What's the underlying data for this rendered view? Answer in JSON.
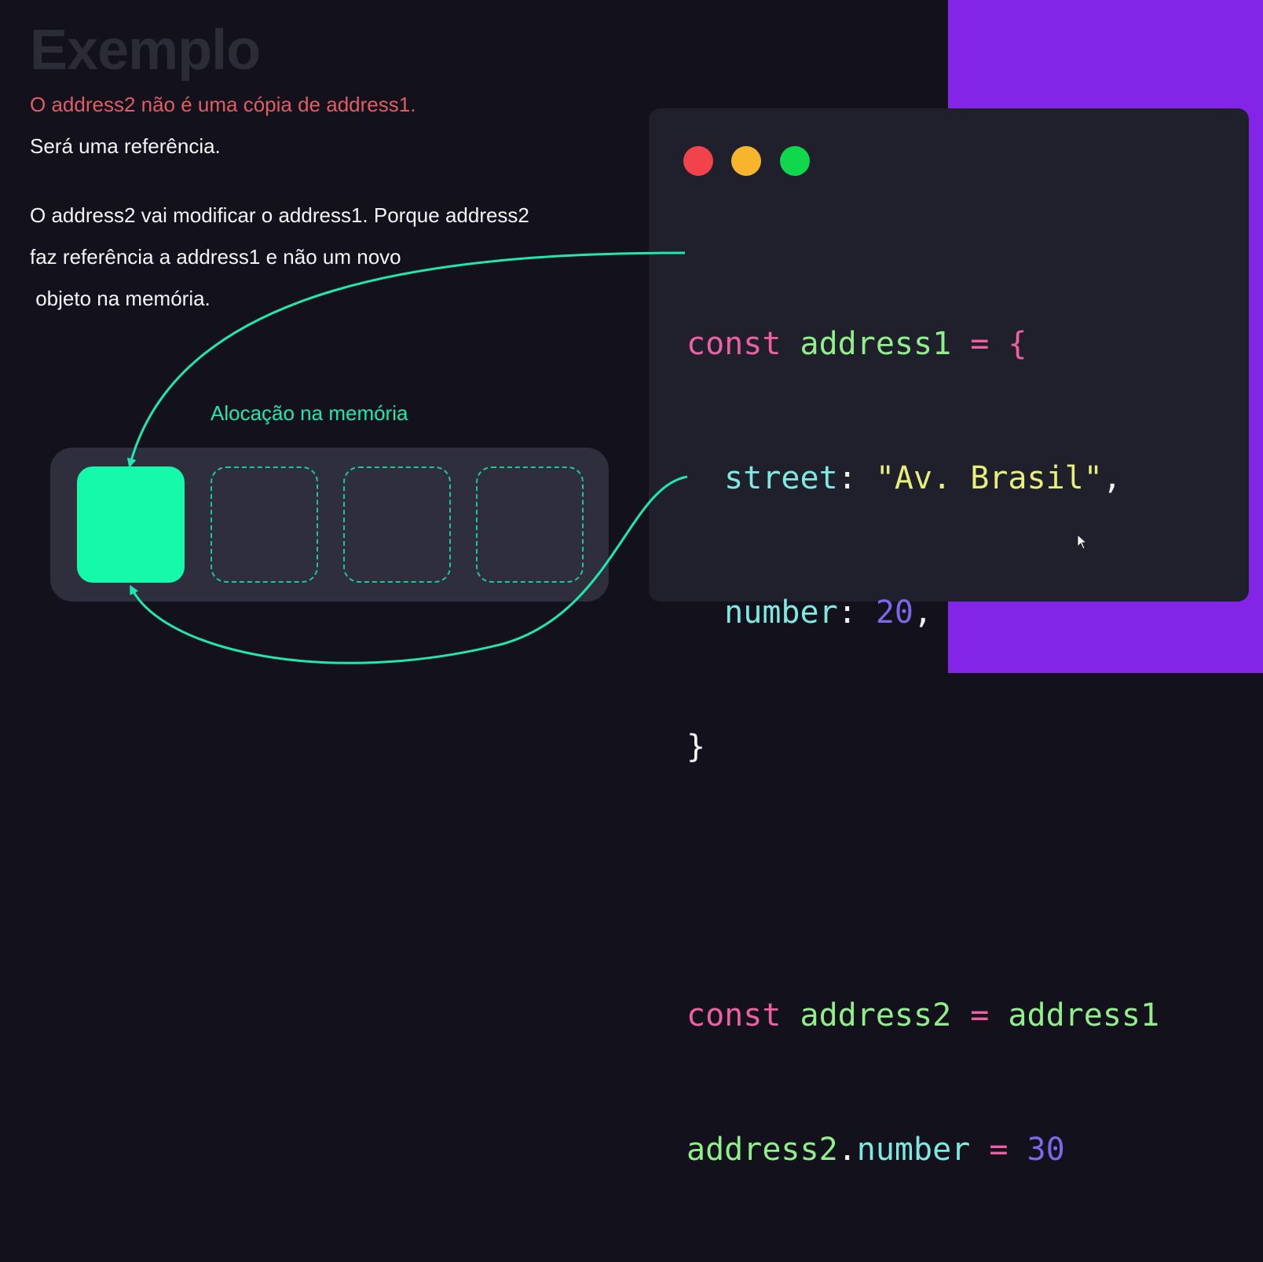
{
  "slide": {
    "title": "Exemplo",
    "line_red": "O address2 não é uma cópia de address1.",
    "line_2": "Será uma referência.",
    "paragraph": [
      "O address2 vai modificar o address1. Porque address2",
      "faz referência a address1 e não um novo",
      " objeto na memória."
    ]
  },
  "code_window": {
    "buttons": [
      "close",
      "minimize",
      "maximize"
    ],
    "code": {
      "l1": {
        "kw": "const",
        "id": "address1",
        "op": " = {"
      },
      "l2": {
        "prop": "street",
        "sep": ": ",
        "str": "\"Av. Brasil\"",
        "end": ","
      },
      "l3": {
        "prop": "number",
        "sep": ": ",
        "num": "20",
        "end": ","
      },
      "l4": {
        "close": "}"
      },
      "l6": {
        "kw": "const",
        "id": "address2",
        "op": " = ",
        "ref": "address1"
      },
      "l7": {
        "id": "address2",
        "dot": ".",
        "prop": "number",
        "op": " = ",
        "num": "30"
      }
    }
  },
  "memory": {
    "label": "Alocação na memória",
    "slots": [
      {
        "state": "filled"
      },
      {
        "state": "empty"
      },
      {
        "state": "empty"
      },
      {
        "state": "empty"
      }
    ]
  },
  "colors": {
    "background": "#12111c",
    "purple_band": "#8225e6",
    "accent_green": "#15f9ab",
    "arrow": "#1ee8b0",
    "red_text": "#e25d63"
  },
  "icons": [
    "close-dot-icon",
    "minimize-dot-icon",
    "maximize-dot-icon",
    "mouse-pointer-icon",
    "arrow-icon"
  ]
}
